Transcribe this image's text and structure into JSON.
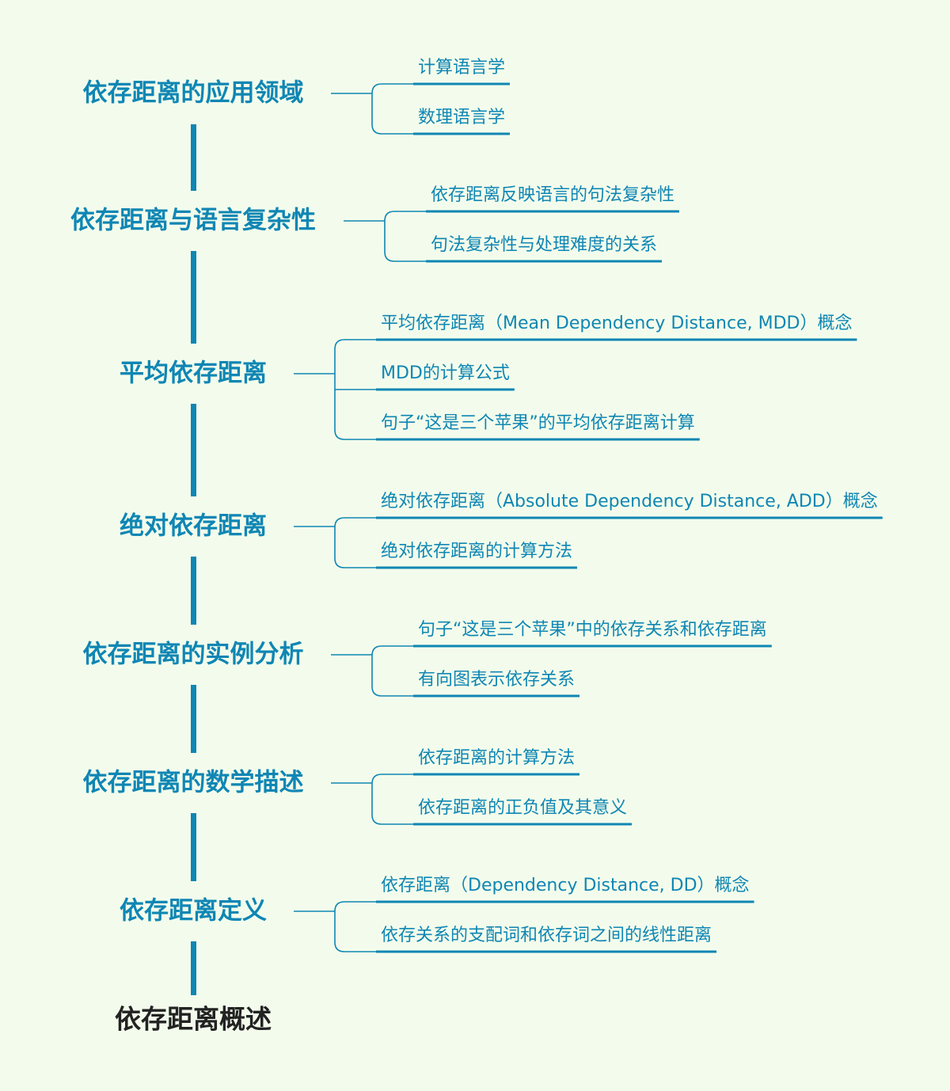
{
  "colors": {
    "background": "#f3fcec",
    "accent": "#0f86b4",
    "root_text": "#222222"
  },
  "root": {
    "label": "依存距离概述"
  },
  "topics": [
    {
      "label": "依存距离的应用领域",
      "children": [
        "计算语言学",
        "数理语言学"
      ]
    },
    {
      "label": "依存距离与语言复杂性",
      "children": [
        "依存距离反映语言的句法复杂性",
        "句法复杂性与处理难度的关系"
      ]
    },
    {
      "label": "平均依存距离",
      "children": [
        "平均依存距离（Mean Dependency Distance, MDD）概念",
        "MDD的计算公式",
        "句子“这是三个苹果”的平均依存距离计算"
      ]
    },
    {
      "label": "绝对依存距离",
      "children": [
        "绝对依存距离（Absolute Dependency Distance, ADD）概念",
        "绝对依存距离的计算方法"
      ]
    },
    {
      "label": "依存距离的实例分析",
      "children": [
        "句子“这是三个苹果”中的依存关系和依存距离",
        "有向图表示依存关系"
      ]
    },
    {
      "label": "依存距离的数学描述",
      "children": [
        "依存距离的计算方法",
        "依存距离的正负值及其意义"
      ]
    },
    {
      "label": "依存距离定义",
      "children": [
        "依存距离（Dependency Distance, DD）概念",
        "依存关系的支配词和依存词之间的线性距离"
      ]
    }
  ]
}
